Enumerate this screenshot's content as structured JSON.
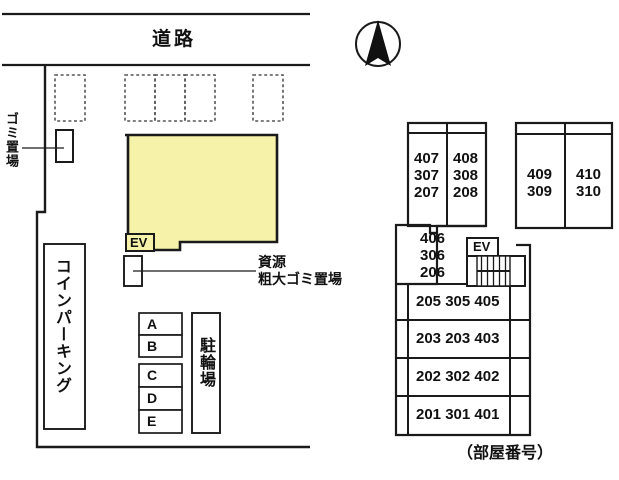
{
  "meta": {
    "title": "敷地配置図・部屋番号図",
    "colors": {
      "building_fill": "#F7F2AA",
      "line": "#1a1a1a",
      "dashed_stall": "#555555",
      "background": "#ffffff"
    }
  },
  "site_plan": {
    "road_label": "道路",
    "gomi_label": "ゴミ置場",
    "shigen_label_line1": "資源",
    "shigen_label_line2": "粗大ゴミ置場",
    "coin_parking_label": "コインパーキング",
    "bicycle_parking_label": "駐輪場",
    "ev_label": "EV",
    "parking_stalls": [
      "A",
      "B",
      "C",
      "D",
      "E"
    ],
    "street_stall_count": 5
  },
  "compass": {
    "name": "north-arrow",
    "direction": "N"
  },
  "room_plan": {
    "caption": "（部屋番号）",
    "ev_label": "EV",
    "stair_label": "stair",
    "upper_left_units": [
      {
        "id": "unit-407-307-207",
        "lines": [
          "407",
          "307",
          "207"
        ]
      },
      {
        "id": "unit-408-308-208",
        "lines": [
          "408",
          "308",
          "208"
        ]
      }
    ],
    "upper_right_units": [
      {
        "id": "unit-409-309",
        "lines": [
          "409",
          "309"
        ]
      },
      {
        "id": "unit-410-310",
        "lines": [
          "410",
          "310"
        ]
      }
    ],
    "mid_unit": {
      "id": "unit-406-306-206",
      "lines": [
        "406",
        "306",
        "206"
      ]
    },
    "lower_rows": [
      {
        "id": "row-205-305-405",
        "text": "205  305  405"
      },
      {
        "id": "row-203-203-403",
        "text": "203  203  403"
      },
      {
        "id": "row-202-302-402",
        "text": "202  302  402"
      },
      {
        "id": "row-201-301-401",
        "text": "201  301  401"
      }
    ]
  }
}
